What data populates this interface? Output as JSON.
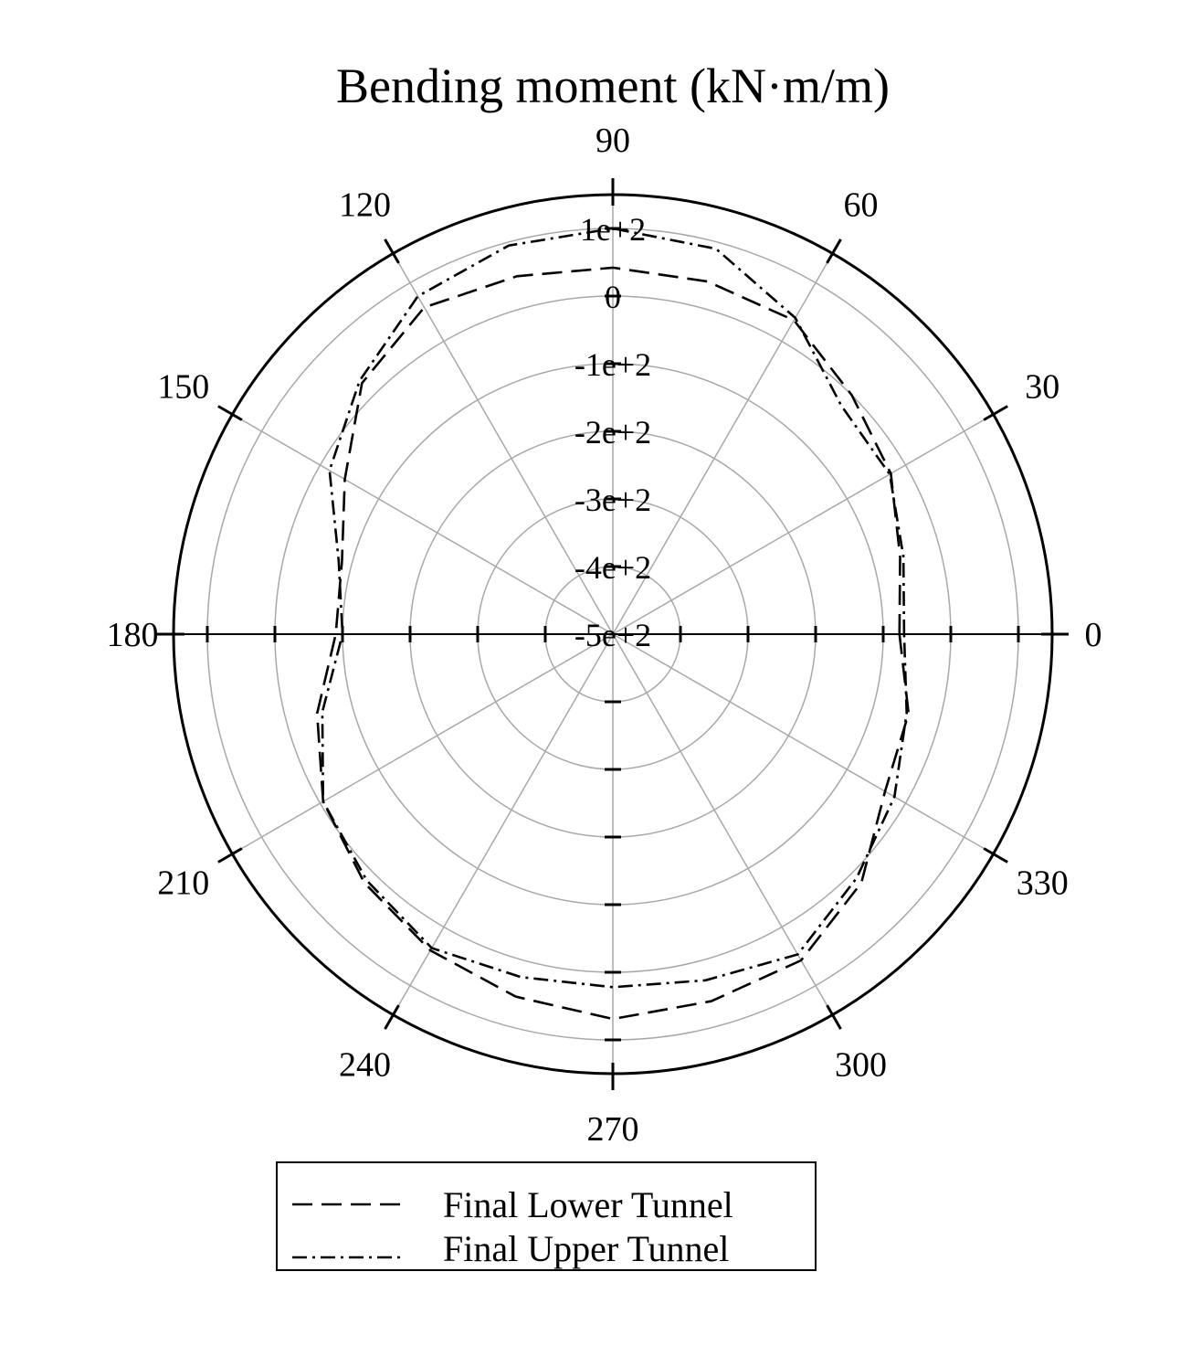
{
  "chart_data": {
    "type": "polar-line",
    "title": "Bending moment (kN·m/m)",
    "angle_unit": "degrees",
    "angle_ticks": [
      0,
      30,
      60,
      90,
      120,
      150,
      180,
      210,
      240,
      270,
      300,
      330
    ],
    "radial_ticks": [
      -500,
      -400,
      -300,
      -200,
      -100,
      0,
      100
    ],
    "radial_tick_labels": [
      "-5e+2",
      "-4e+2",
      "-3e+2",
      "-2e+2",
      "-1e+2",
      "0",
      "1e+2"
    ],
    "rlim": [
      -500,
      150
    ],
    "grid": true,
    "legend_position": "bottom",
    "angles": [
      0,
      15,
      30,
      45,
      60,
      75,
      90,
      105,
      120,
      135,
      150,
      165,
      180,
      195,
      210,
      225,
      240,
      255,
      270,
      285,
      300,
      315,
      330,
      345
    ],
    "series": [
      {
        "name": "Final Lower Tunnel",
        "style": "dashed",
        "values": [
          -76,
          -60,
          -25,
          0,
          36,
          40,
          42,
          48,
          58,
          25,
          -42,
          -85,
          -90,
          -47,
          -5,
          20,
          40,
          55,
          69,
          62,
          57,
          20,
          -35,
          -47
        ]
      },
      {
        "name": "Final Upper Tunnel",
        "style": "dash-dot",
        "values": [
          -69,
          -55,
          -27,
          -22,
          40,
          90,
          100,
          95,
          77,
          30,
          -16,
          -80,
          -100,
          -55,
          -5,
          15,
          36,
          25,
          22,
          30,
          47,
          10,
          -19,
          -50
        ]
      }
    ]
  }
}
